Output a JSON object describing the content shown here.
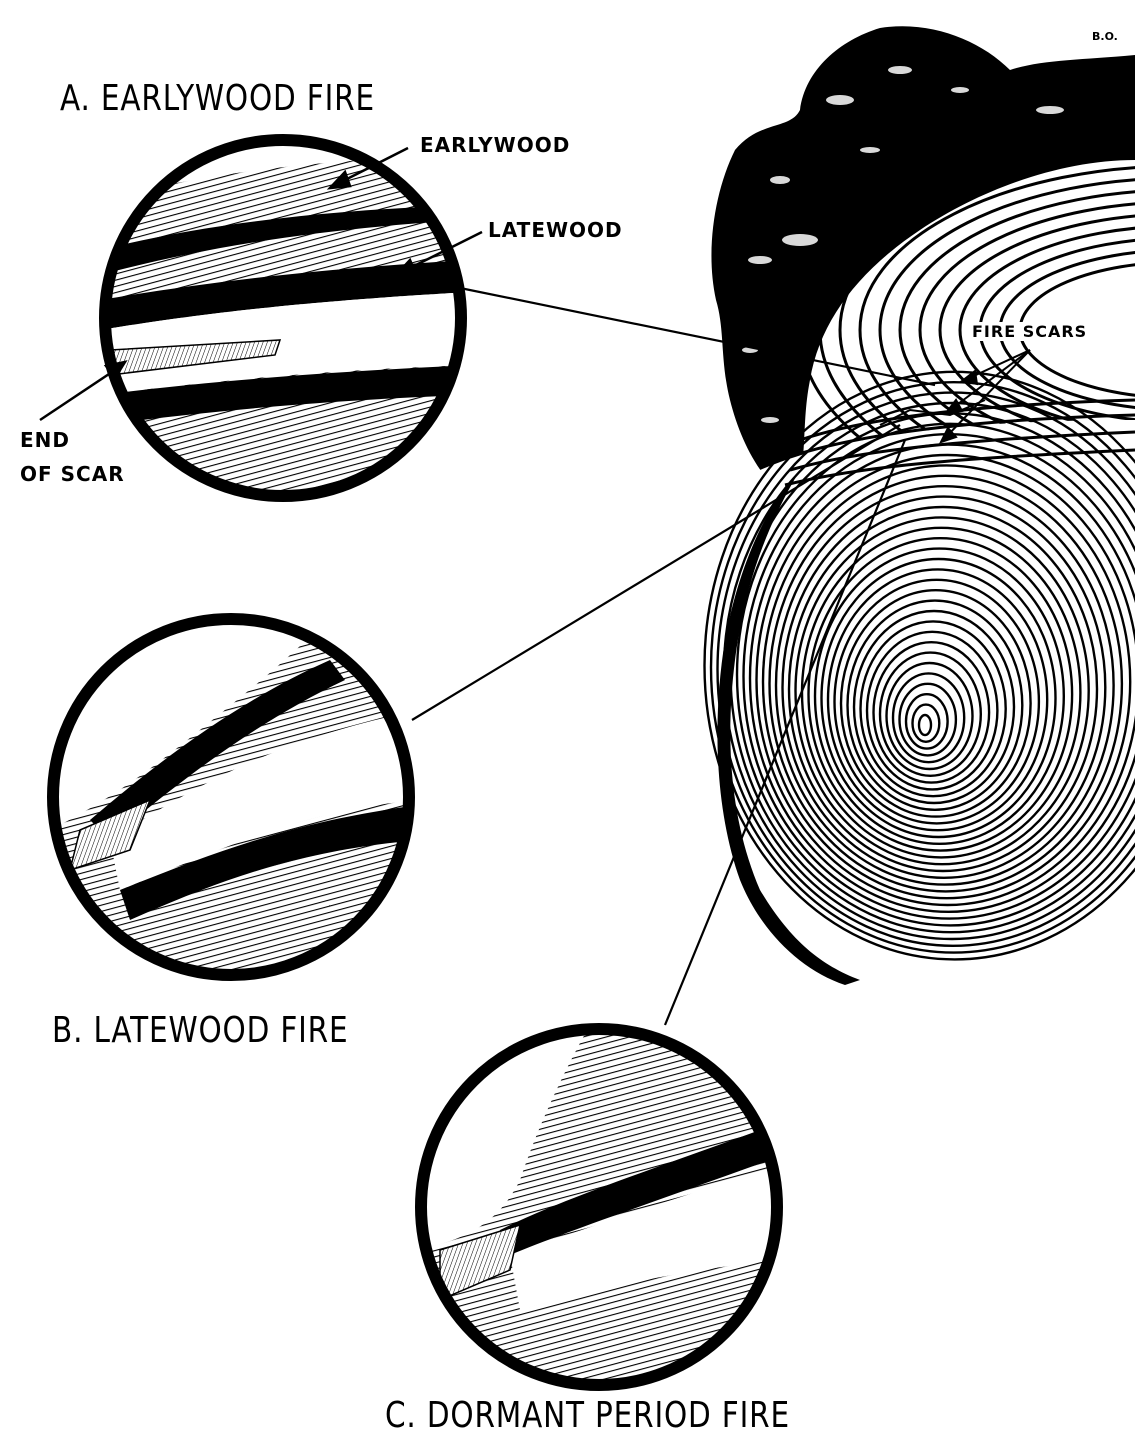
{
  "captions": {
    "a": "A. EARLYWOOD FIRE",
    "b": "B. LATEWOOD FIRE",
    "c": "C. DORMANT PERIOD FIRE"
  },
  "labels": {
    "earlywood": "EARLYWOOD",
    "latewood": "LATEWOOD",
    "end_of_scar_line1": "END",
    "end_of_scar_line2": "OF SCAR",
    "fire_scars": "FIRE SCARS",
    "initials": "B.O."
  },
  "colors": {
    "ink": "#000000",
    "paper": "#ffffff"
  }
}
